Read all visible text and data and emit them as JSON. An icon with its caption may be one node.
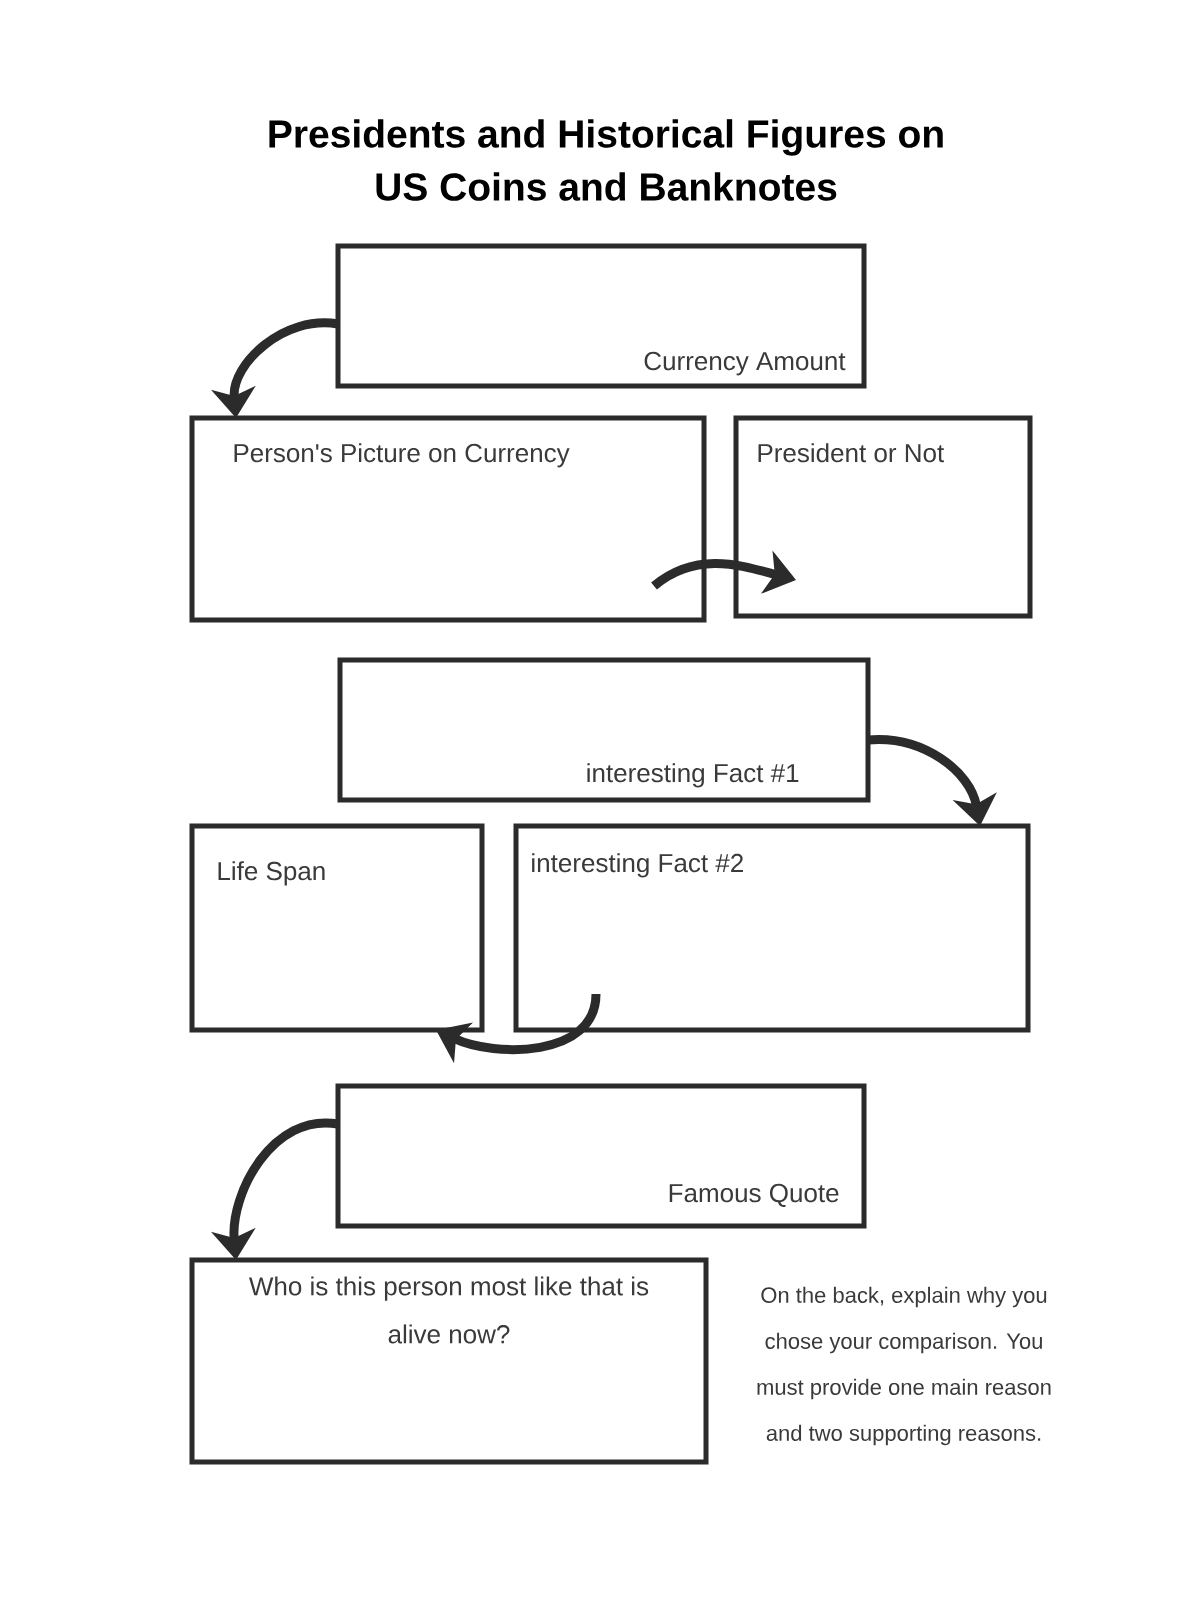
{
  "diagram": {
    "title": "Presidents and Historical Figures on US Coins and Banknotes",
    "nodes": [
      {
        "text": [
          "Currency Amount"
        ]
      },
      {
        "text": [
          "Person's Picture on Currency"
        ]
      },
      {
        "text": [
          "President or Not"
        ]
      },
      {
        "text": [
          "interesting Fact #1"
        ]
      },
      {
        "text": [
          "Life Span"
        ]
      },
      {
        "text": [
          "interesting Fact #2"
        ]
      },
      {
        "text": [
          "Famous Quote"
        ]
      },
      {
        "text": [
          "Who is this person most like that is alive now?"
        ]
      }
    ],
    "edges": [
      {
        "from": 0,
        "to": 1,
        "arrow": "to"
      },
      {
        "from": 1,
        "to": 2,
        "arrow": "to"
      },
      {
        "from": 3,
        "to": 5,
        "arrow": "to"
      },
      {
        "from": 5,
        "to": 4,
        "arrow": "to"
      },
      {
        "from": 6,
        "to": 7,
        "arrow": "to"
      }
    ],
    "labels": [
      "On the back, explain why you chose your comparison. You must provide one main reason and two supporting reasons."
    ]
  }
}
